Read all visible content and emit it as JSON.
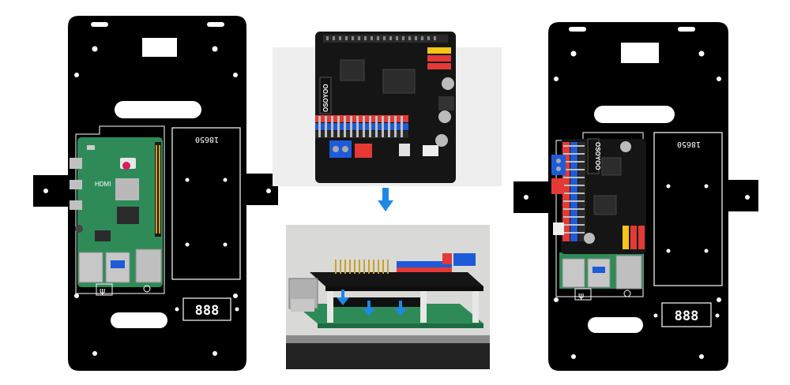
{
  "left_panel": {
    "battery_label": "18650",
    "display_text": "888"
  },
  "center_panel": {
    "board_brand": "OSOYOO"
  },
  "right_panel": {
    "battery_label": "18650",
    "display_text": "888",
    "board_brand": "OSOYOO"
  },
  "colors": {
    "plate": "#000000",
    "pi_pcb": "#2e8b57",
    "hat_pcb": "#151515",
    "arrow": "#1e88e5",
    "header_red": "#e53935",
    "header_blue": "#1e5bd8",
    "header_yellow": "#f5c518"
  }
}
